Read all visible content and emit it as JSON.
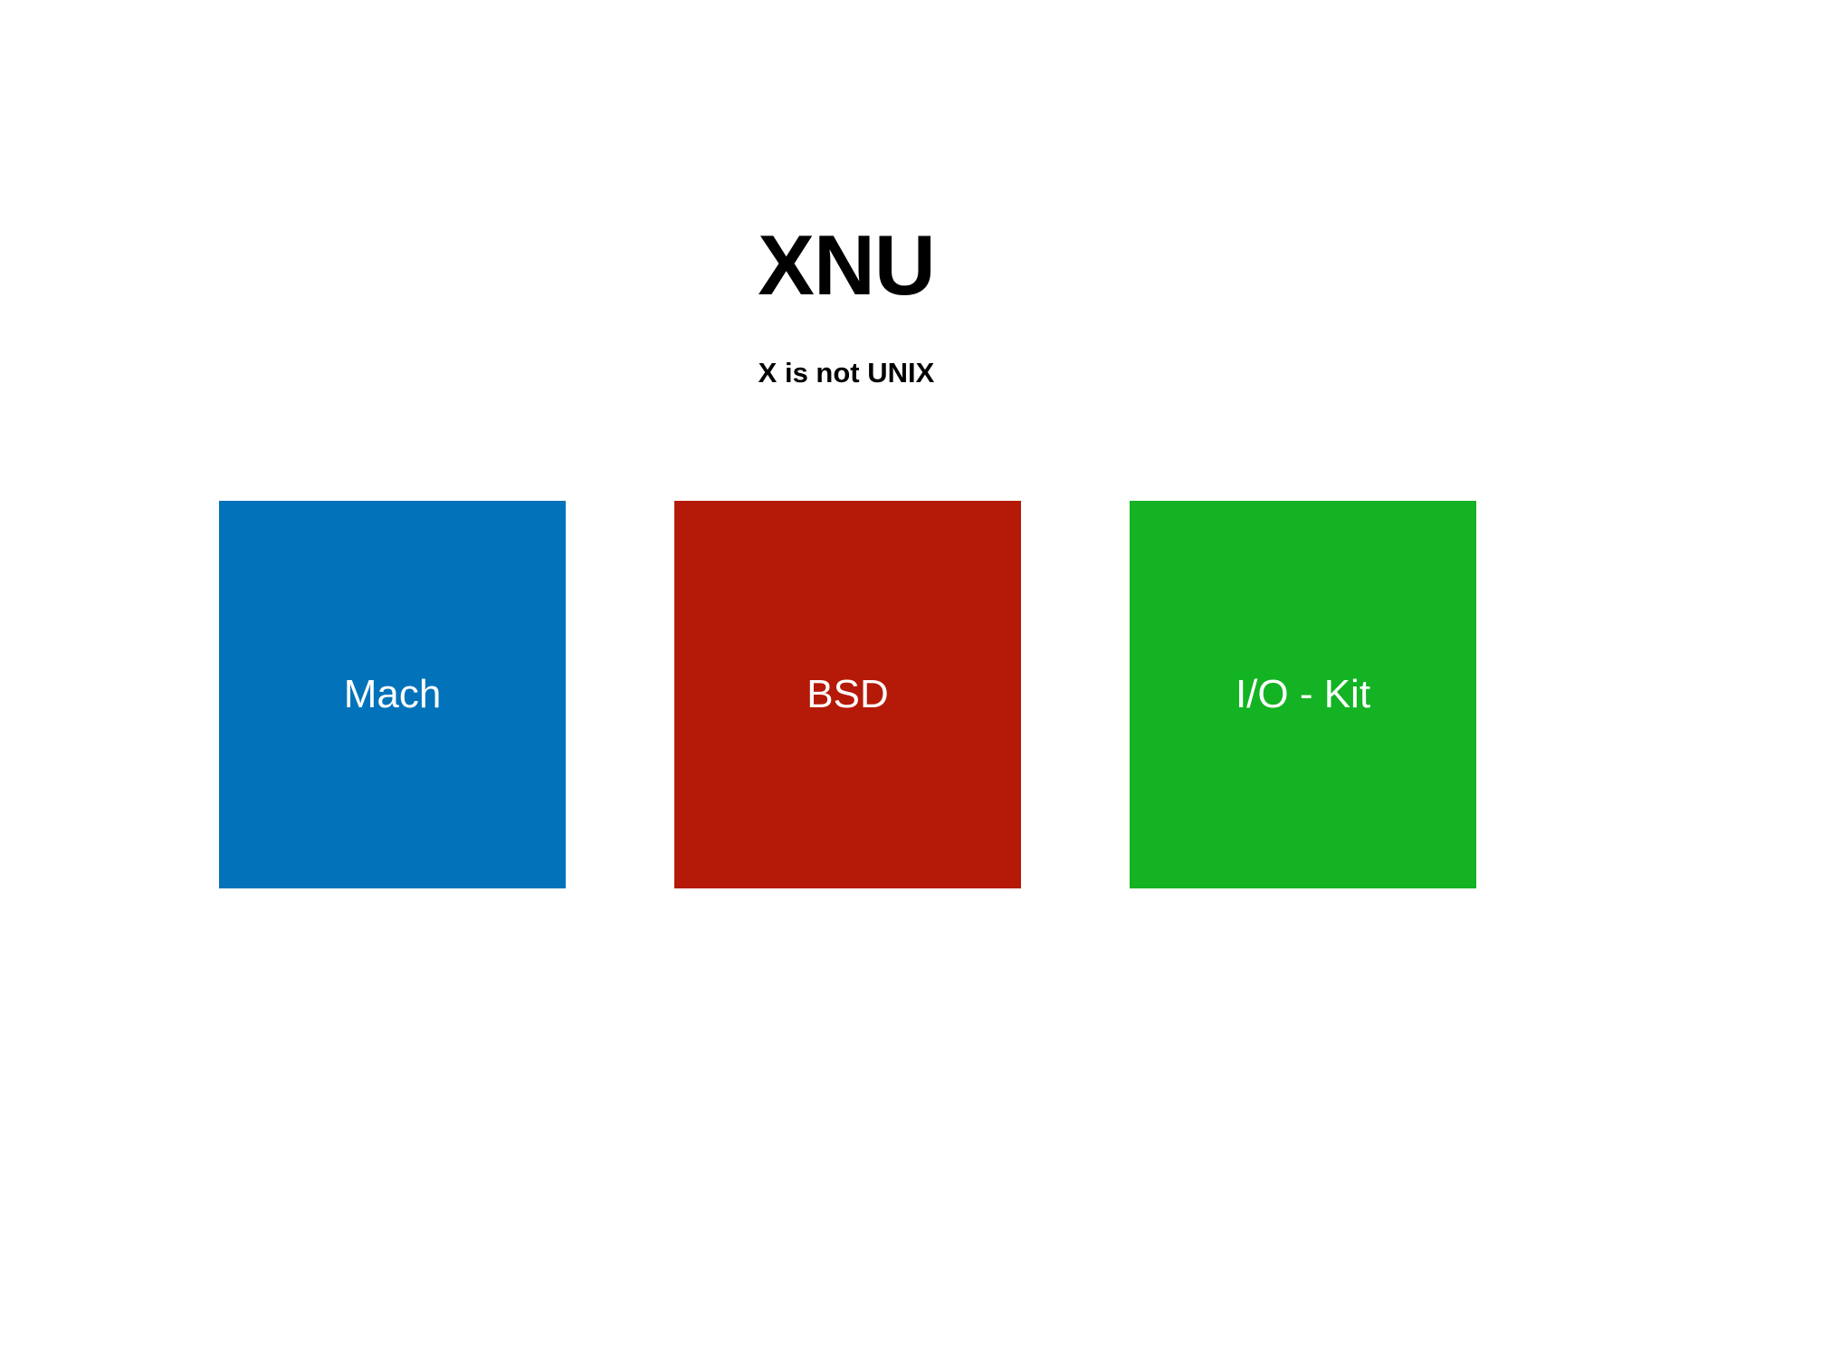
{
  "title": "XNU",
  "subtitle": "X is not UNIX",
  "components": [
    {
      "label": "Mach",
      "color": "#0273BA"
    },
    {
      "label": "BSD",
      "color": "#B51A08"
    },
    {
      "label": "I/O - Kit",
      "color": "#13B323"
    }
  ]
}
